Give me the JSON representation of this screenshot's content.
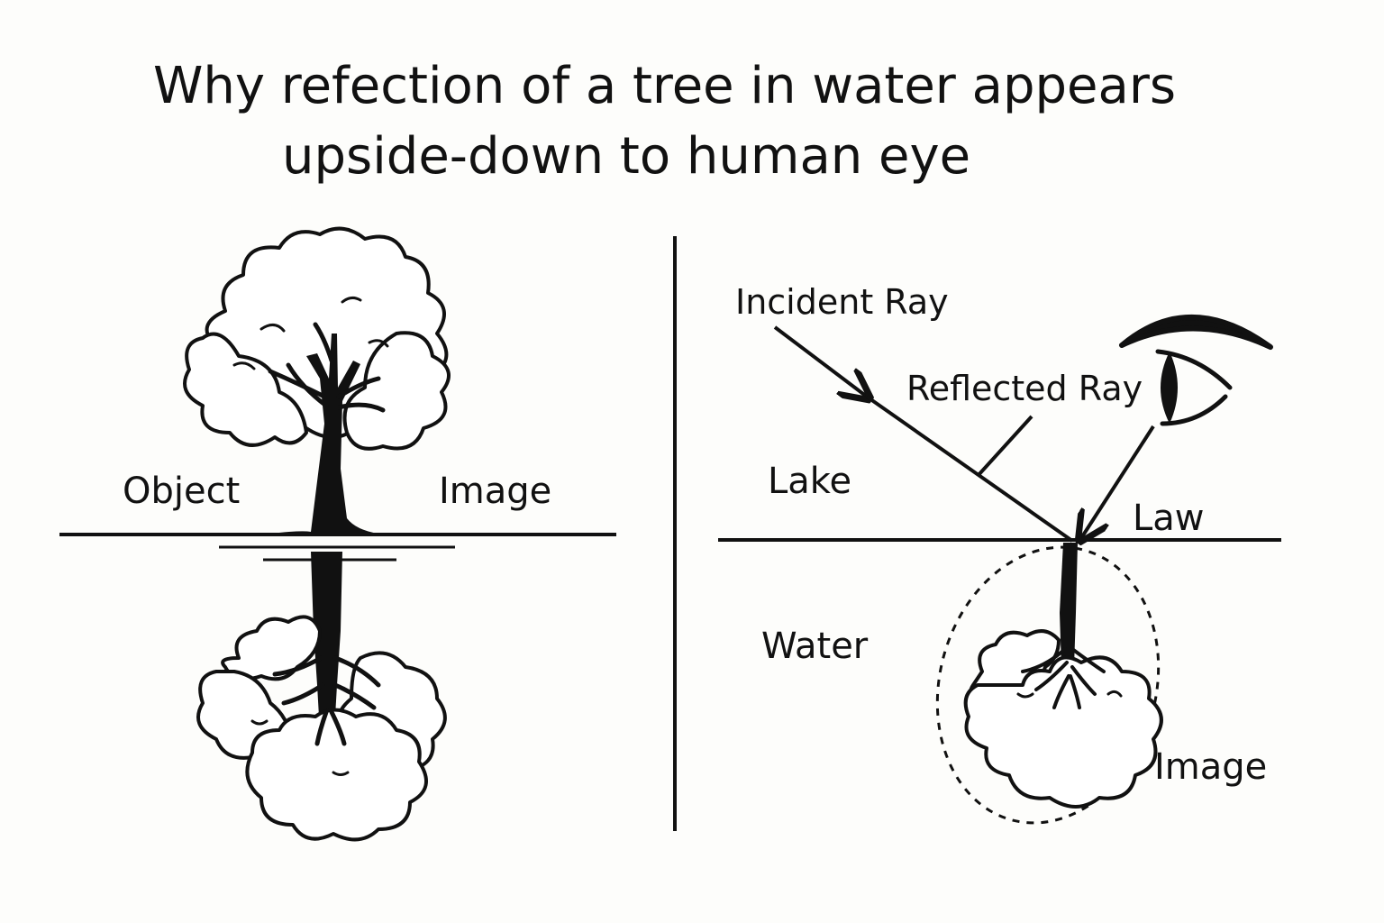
{
  "title": {
    "line1": "Why refection of a tree in water appears",
    "line2": "upside-down to human eye"
  },
  "left_panel": {
    "object_label": "Object",
    "image_label": "Image"
  },
  "right_panel": {
    "incident_ray_label": "Incident Ray",
    "reflected_ray_label": "Reflected Ray",
    "lake_label": "Lake",
    "law_label": "Law",
    "water_label": "Water",
    "image_label": "Image"
  },
  "colors": {
    "ink": "#111111",
    "background": "#fdfdfb"
  }
}
